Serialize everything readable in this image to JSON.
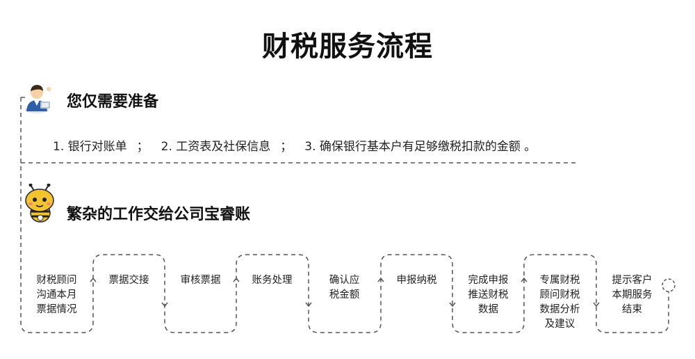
{
  "title": "财税服务流程",
  "prepare": {
    "title": "您仅需要准备",
    "items": [
      "1. 银行对账单",
      "2. 工资表及社保信息",
      "3. 确保银行基本户有足够缴税扣款的金额 。"
    ],
    "separator": "；"
  },
  "handoff": {
    "title": "繁杂的工作交给公司宝睿账"
  },
  "steps": [
    "财税顾问\n沟通本月\n票据情况",
    "票据交接",
    "审核票据",
    "账务处理",
    "确认应\n税金额",
    "申报纳税",
    "完成申报\n推送财税\n数据",
    "专属财税\n顾问财税\n数据分析\n及建议",
    "提示客户\n本期服务\n结束"
  ],
  "icons": {
    "person": "office-worker-icon",
    "bee": "bee-mascot-icon"
  },
  "colors": {
    "line": "#555555",
    "text": "#222222"
  }
}
